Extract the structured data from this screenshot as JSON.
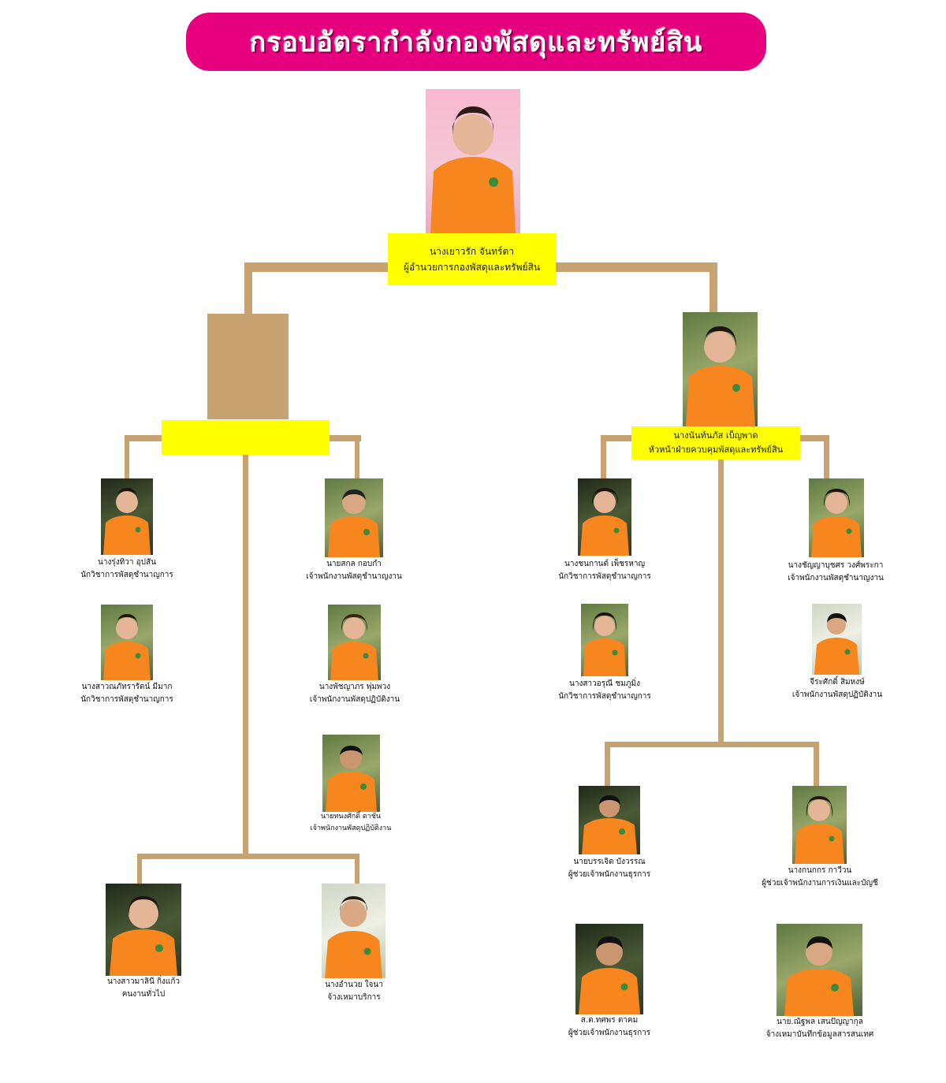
{
  "title": "กรอบอัตรากำลังกองพัสดุและทรัพย์สิน",
  "colors": {
    "banner": "#e6007e",
    "connector": "#c8a271",
    "highlight": "#ffff00",
    "shirt": "#f7861f"
  },
  "director": {
    "name": "นางเยาวรัก จันทร์ตา",
    "position": "ผู้อำนวยการกองพัสดุและทรัพย์สิน"
  },
  "left_group_head": {
    "name": "",
    "position": ""
  },
  "right_group_head": {
    "name": "นางนันท์นภัส เบ็ญพาด",
    "position": "หัวหน้าฝ่ายควบคุมพัสดุและทรัพย์สิน"
  },
  "staff": [
    {
      "name": "นางรุ่งทิวา อุปสัน",
      "position": "นักวิชาการพัสดุชำนาญการ"
    },
    {
      "name": "นางสาวณภัทรารัตน์ มีมาก",
      "position": "นักวิชาการพัสดุชำนาญการ"
    },
    {
      "name": "นายสกล กอบกำ",
      "position": "เจ้าพนักงานพัสดุชำนาญงาน"
    },
    {
      "name": "นางพัชญาภร พุ่มพวง",
      "position": "เจ้าพนักงานพัสดุปฏิบัติงาน"
    },
    {
      "name": "นายทนงศักดิ์ ดาชัน",
      "position": "เจ้าพนักงานพัสดุปฏิบัติงาน"
    },
    {
      "name": "นางสาวมาลินี กิ่งแก้ว",
      "position": "คนงานทั่วไป"
    },
    {
      "name": "นางอำนวย ใจนา",
      "position": "จ้างเหมาบริการ"
    },
    {
      "name": "นางชนกานต์ เพ็ชรหาญ",
      "position": "นักวิชาการพัสดุชำนาญการ"
    },
    {
      "name": "นางสาวอรุณี ชมภูมิ่ง",
      "position": "นักวิชาการพัสดุชำนาญการ"
    },
    {
      "name": "นางชัญญาบุชศร วงศ์พระกา",
      "position": "เจ้าพนักงานพัสดุชำนาญงาน"
    },
    {
      "name": "จีระศักดิ์ สิมหงษ์",
      "position": "เจ้าพนักงานพัสดุปฏิบัติงาน"
    },
    {
      "name": "นายบรรเจิด บังวรรณ",
      "position": "ผู้ช่วยเจ้าพนักงานธุรการ"
    },
    {
      "name": "นางกนกกร กาวีวน",
      "position": "ผู้ช่วยเจ้าพนักงานการเงินและบัญชี"
    },
    {
      "name": "ส.ต.ทศพร ตาคม",
      "position": "ผู้ช่วยเจ้าพนักงานธุรการ"
    },
    {
      "name": "นาย.ณัฐพล เสนปัญญากุล",
      "position": "จ้างเหมาบันทึกข้อมูลสารสนเทศ"
    }
  ]
}
